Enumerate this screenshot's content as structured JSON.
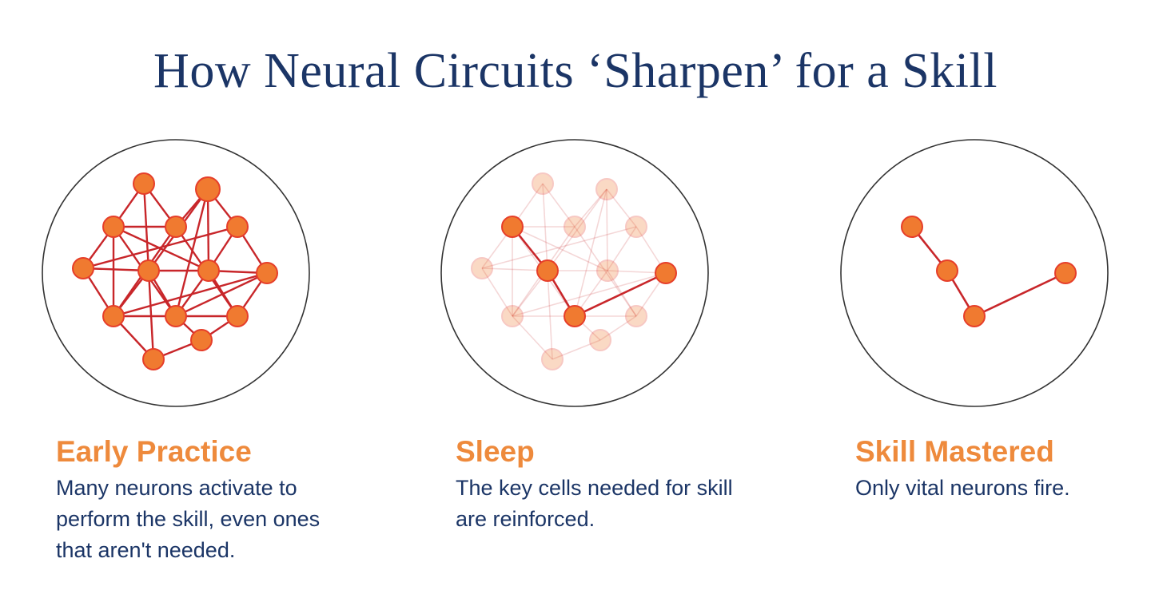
{
  "title": "How Neural Circuits ‘Sharpen’ for a Skill",
  "colors": {
    "title": "#1b3566",
    "label": "#ee8a3c",
    "description": "#1b3566",
    "neuron_fill": "#f07a30",
    "neuron_stroke": "#e63e2a",
    "connection": "#c8262a",
    "circle_outline": "#333333"
  },
  "stages": [
    {
      "label": "Early Practice",
      "description": "Many neurons activate to perform the skill, even ones that aren't needed."
    },
    {
      "label": "Sleep",
      "description": "The key cells needed for skill are reinforced."
    },
    {
      "label": "Skill Mastered",
      "description": "Only vital neurons fire."
    }
  ]
}
